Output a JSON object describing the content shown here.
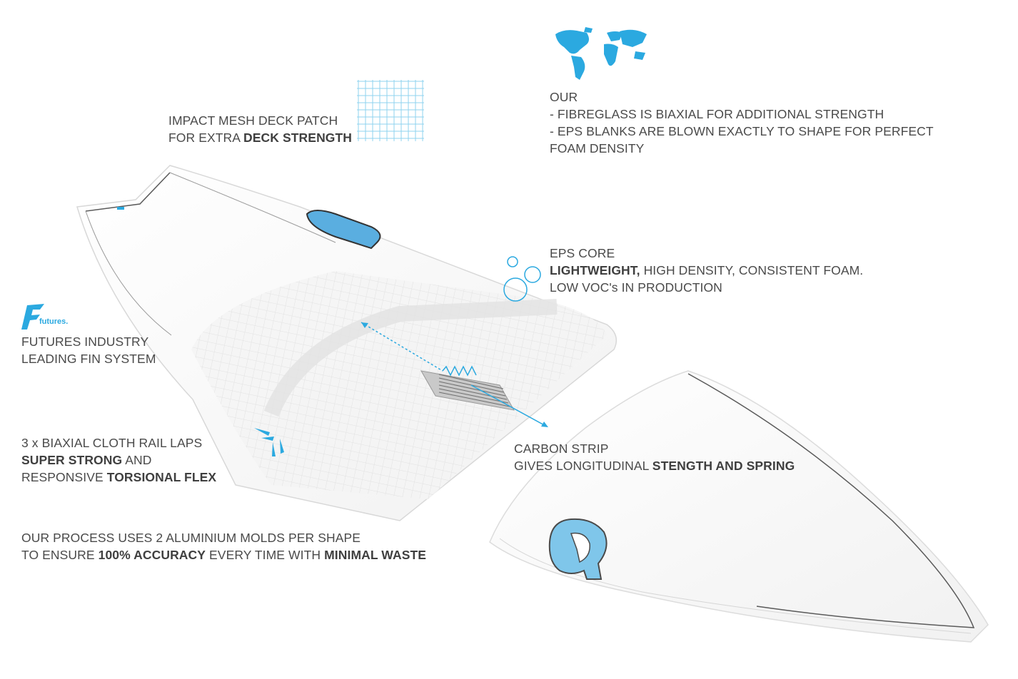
{
  "colors": {
    "accent": "#2ba9e0",
    "text": "#4a4a4a",
    "board_outline": "#5a5a5a",
    "board_fill": "#fbfbfb"
  },
  "icons": {
    "world_map": "world-map-icon",
    "mesh": "mesh-grid-icon",
    "bubbles": "foam-bubbles-icon",
    "futures_logo": "futures-logo-icon",
    "rail_lap_rays": "burst-rays-icon",
    "deck_logo": "torq-logo",
    "tail_logo": "torq-q-logo"
  },
  "logos": {
    "futures": "futures."
  },
  "callouts": {
    "mesh": {
      "line1": "IMPACT MESH DECK PATCH",
      "line2_pre": "FOR EXTRA ",
      "line2_bold": "DECK STRENGTH"
    },
    "materials": {
      "line1": "OUR",
      "line2": "- FIBREGLASS IS BIAXIAL FOR ADDITIONAL STRENGTH",
      "line3": "- EPS BLANKS ARE BLOWN EXACTLY TO SHAPE FOR PERFECT",
      "line4": "FOAM DENSITY"
    },
    "eps_core": {
      "line1": "EPS CORE",
      "line2_bold": "LIGHTWEIGHT,",
      "line2_rest": " HIGH DENSITY, CONSISTENT FOAM.",
      "line3": "LOW VOC's IN PRODUCTION"
    },
    "futures": {
      "line1": "FUTURES INDUSTRY",
      "line2": "LEADING FIN SYSTEM"
    },
    "rail_laps": {
      "line1": "3  x BIAXIAL CLOTH RAIL LAPS",
      "line2_bold": "SUPER STRONG",
      "line2_rest": " AND",
      "line3_pre": "RESPONSIVE ",
      "line3_bold": "TORSIONAL FLEX"
    },
    "carbon": {
      "line1": "CARBON STRIP",
      "line2_pre": "GIVES LONGITUDINAL ",
      "line2_bold": "STENGTH AND SPRING"
    },
    "process": {
      "line1": "OUR  PROCESS USES 2 ALUMINIUM MOLDS PER SHAPE",
      "line2_pre": "TO ENSURE ",
      "line2_bold1": "100% ACCURACY",
      "line2_mid": " EVERY TIME WITH ",
      "line2_bold2": "MINIMAL WASTE"
    }
  }
}
